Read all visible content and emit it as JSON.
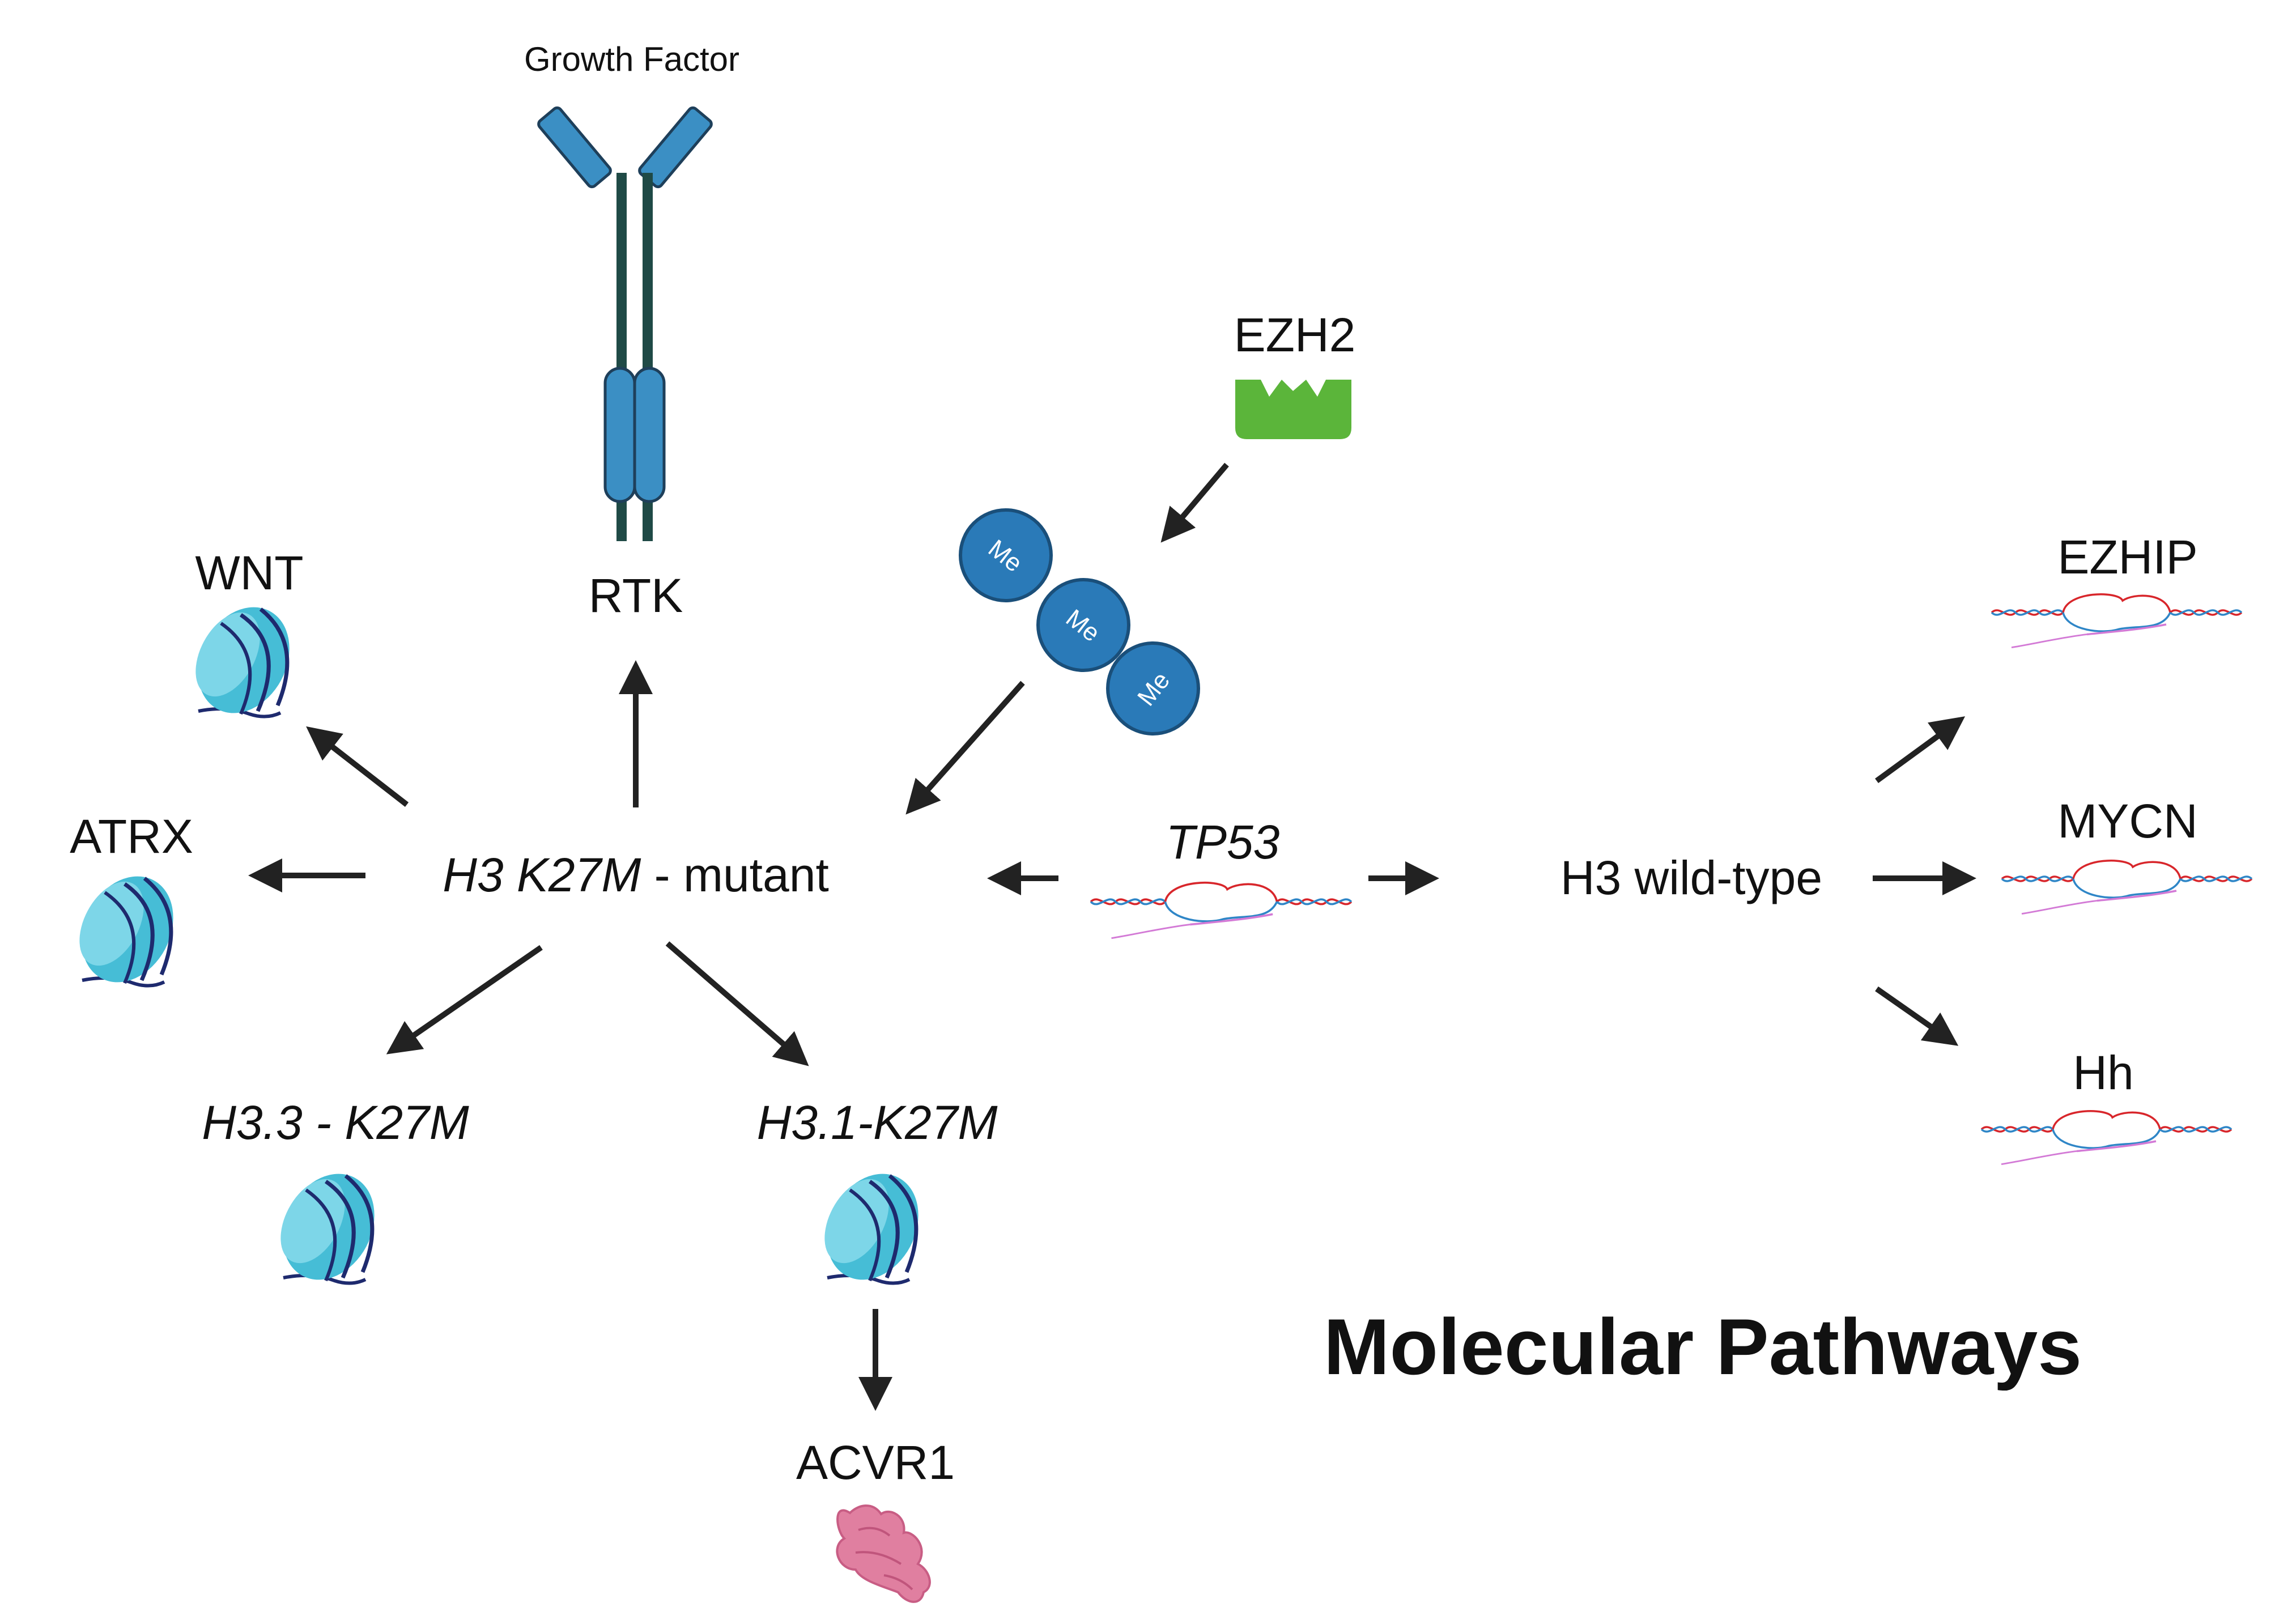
{
  "diagram": {
    "title": "Molecular Pathways",
    "center": {
      "gene": "H3 K27M",
      "suffix": " - mutant"
    },
    "top": {
      "growth_factor": "Growth Factor",
      "rtk": "RTK"
    },
    "left": {
      "wnt": "WNT",
      "atrx": "ATRX"
    },
    "bottom": {
      "h33": "H3.3 - K27M",
      "h31": "H3.1-K27M",
      "acvr1": "ACVR1"
    },
    "epigenetic": {
      "ezh2": "EZH2",
      "me_labels": [
        "Me",
        "Me",
        "Me"
      ]
    },
    "tp53": "TP53",
    "wild_type": {
      "label": "H3 wild-type",
      "targets": [
        "EZHIP",
        "MYCN",
        "Hh"
      ]
    },
    "colors": {
      "nucleosome": "#4ec3da",
      "receptor": "#3b8fc4",
      "me_circle": "#2a7ab8",
      "ezh2": "#5bb53a",
      "acvr1": "#e07fa0",
      "dna_red": "#d8262b",
      "dna_blue": "#2f86c7",
      "rna_pink": "#d37ad6"
    }
  }
}
